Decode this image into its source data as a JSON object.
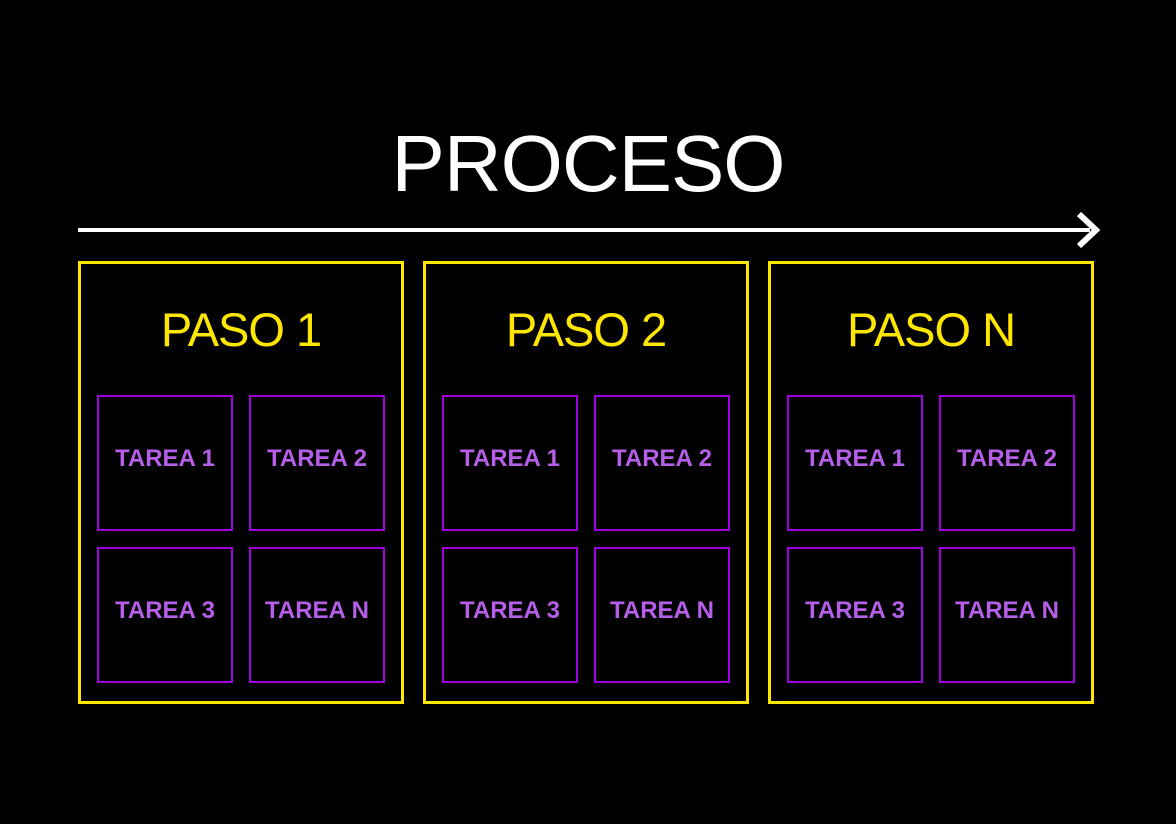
{
  "title": "PROCESO",
  "arrow": {
    "direction": "right",
    "icon": "arrow-right-icon"
  },
  "colors": {
    "background": "#000000",
    "title_text": "#ffffff",
    "arrow": "#ffffff",
    "step_border": "#ffe600",
    "step_title_text": "#ffe600",
    "task_border": "#a000e0",
    "task_text": "#b55ee8"
  },
  "steps": [
    {
      "label": "PASO 1",
      "tasks": [
        "TAREA 1",
        "TAREA 2",
        "TAREA 3",
        "TAREA N"
      ]
    },
    {
      "label": "PASO 2",
      "tasks": [
        "TAREA 1",
        "TAREA 2",
        "TAREA 3",
        "TAREA N"
      ]
    },
    {
      "label": "PASO N",
      "tasks": [
        "TAREA 1",
        "TAREA 2",
        "TAREA 3",
        "TAREA N"
      ]
    }
  ]
}
